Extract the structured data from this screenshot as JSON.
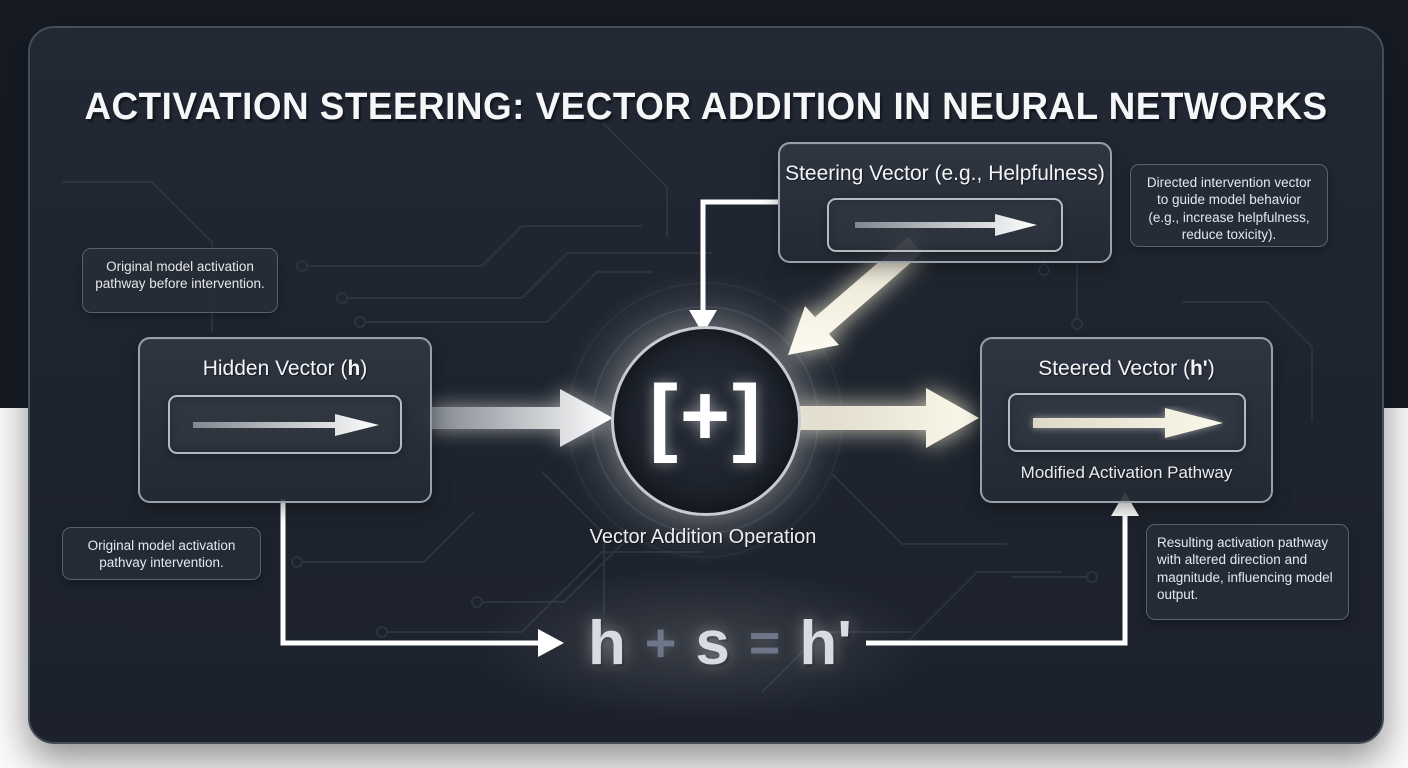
{
  "title": "ACTIVATION STEERING: VECTOR ADDITION IN NEURAL NETWORKS",
  "steering_box": {
    "label": "Steering Vector (e.g., Helpfulness)"
  },
  "hidden_box": {
    "label_prefix": "Hidden Vector (",
    "label_bold": "h",
    "label_suffix": ")"
  },
  "steered_box": {
    "label_prefix": "Steered Vector (",
    "label_bold": "h'",
    "label_suffix": ")",
    "caption": "Modified Activation Pathway"
  },
  "operation": {
    "symbol": "[+]",
    "caption": "Vector Addition Operation"
  },
  "notes": {
    "top_left": "Original model activation pathway before intervention.",
    "top_right": "Directed intervention vector to guide model behavior (e.g., increase helpfulness, reduce toxicity).",
    "bottom_left": "Original model activation pathvay intervention.",
    "bottom_right": "Resulting activation pathway with altered direction and magnitude, influencing model output."
  },
  "formula": {
    "h": "h",
    "plus": "+",
    "s": "s",
    "equals": "=",
    "h_prime": "h'"
  },
  "colors": {
    "panel_bg": "#1f242e",
    "top_backdrop": "#161b24",
    "node_border": "#99a0a9",
    "arrow_white": "#ffffff",
    "arrow_warm": "#f7f2e0",
    "circuit_trace": "#3a414f",
    "text_primary": "#f2f4f7"
  }
}
